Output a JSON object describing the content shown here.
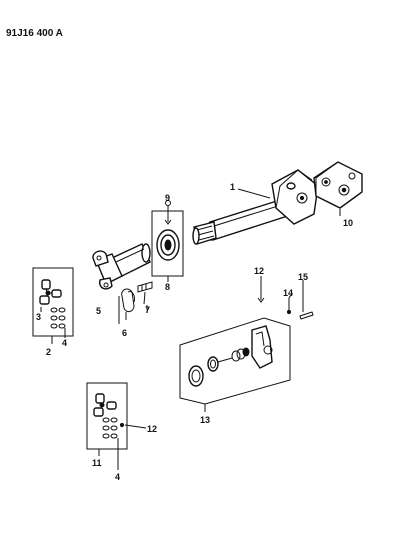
{
  "header": {
    "code": "91J16 400 A"
  },
  "callouts": {
    "c1": "1",
    "c2": "2",
    "c3": "3",
    "c4a": "4",
    "c4b": "4",
    "c5": "5",
    "c6": "6",
    "c7": "7",
    "c8": "8",
    "c9": "9",
    "c10": "10",
    "c11": "11",
    "c12a": "12",
    "c12b": "12",
    "c13": "13",
    "c14": "14",
    "c15": "15"
  }
}
